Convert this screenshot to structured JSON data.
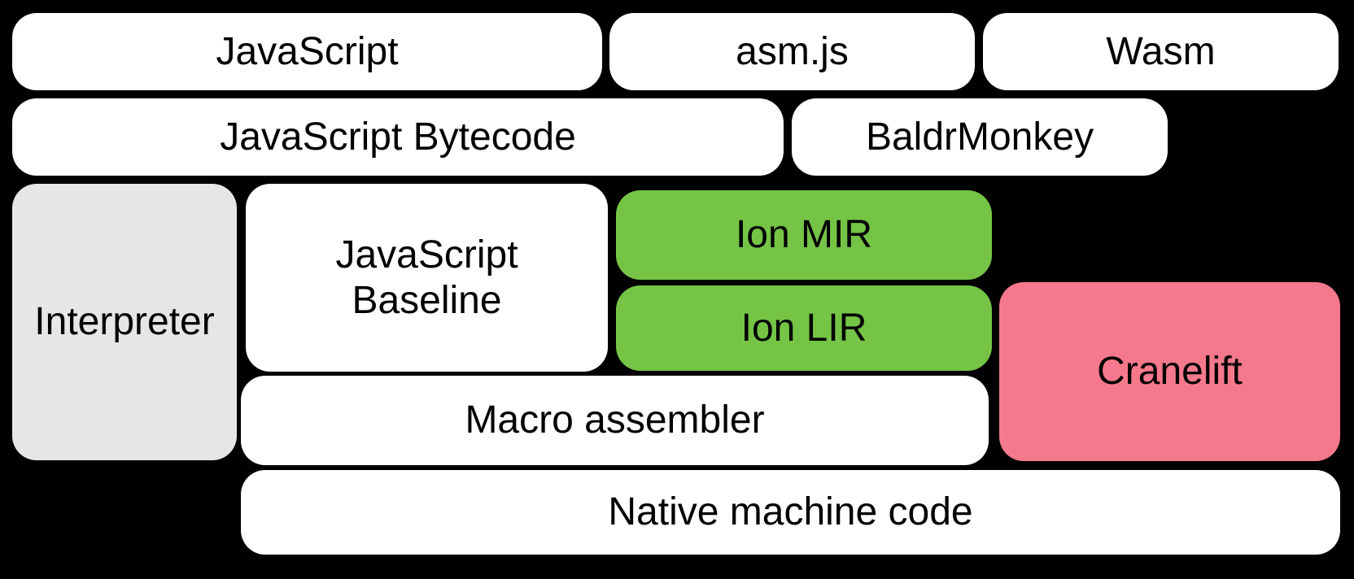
{
  "colors": {
    "background": "#000000",
    "node_white": "#ffffff",
    "node_gray": "#e6e6e6",
    "node_green": "#75c446",
    "node_pink": "#f5798c",
    "text": "#000000"
  },
  "diagram": {
    "description": "Compiler pipeline diagram of rounded boxes on a black background",
    "nodes": {
      "javascript": {
        "label": "JavaScript",
        "fill": "#ffffff"
      },
      "asmjs": {
        "label": "asm.js",
        "fill": "#ffffff"
      },
      "wasm": {
        "label": "Wasm",
        "fill": "#ffffff"
      },
      "js_bytecode": {
        "label": "JavaScript Bytecode",
        "fill": "#ffffff"
      },
      "baldrmonkey": {
        "label": "BaldrMonkey",
        "fill": "#ffffff"
      },
      "interpreter": {
        "label": "Interpreter",
        "fill": "#e6e6e6"
      },
      "js_baseline": {
        "lines": [
          "JavaScript",
          "Baseline"
        ],
        "fill": "#ffffff"
      },
      "ion_mir": {
        "label": "Ion MIR",
        "fill": "#75c446"
      },
      "ion_lir": {
        "label": "Ion LIR",
        "fill": "#75c446"
      },
      "cranelift": {
        "label": "Cranelift",
        "fill": "#f5798c"
      },
      "macro_assembler": {
        "label": "Macro assembler",
        "fill": "#ffffff"
      },
      "native_machine_code": {
        "label": "Native machine code",
        "fill": "#ffffff"
      }
    }
  }
}
